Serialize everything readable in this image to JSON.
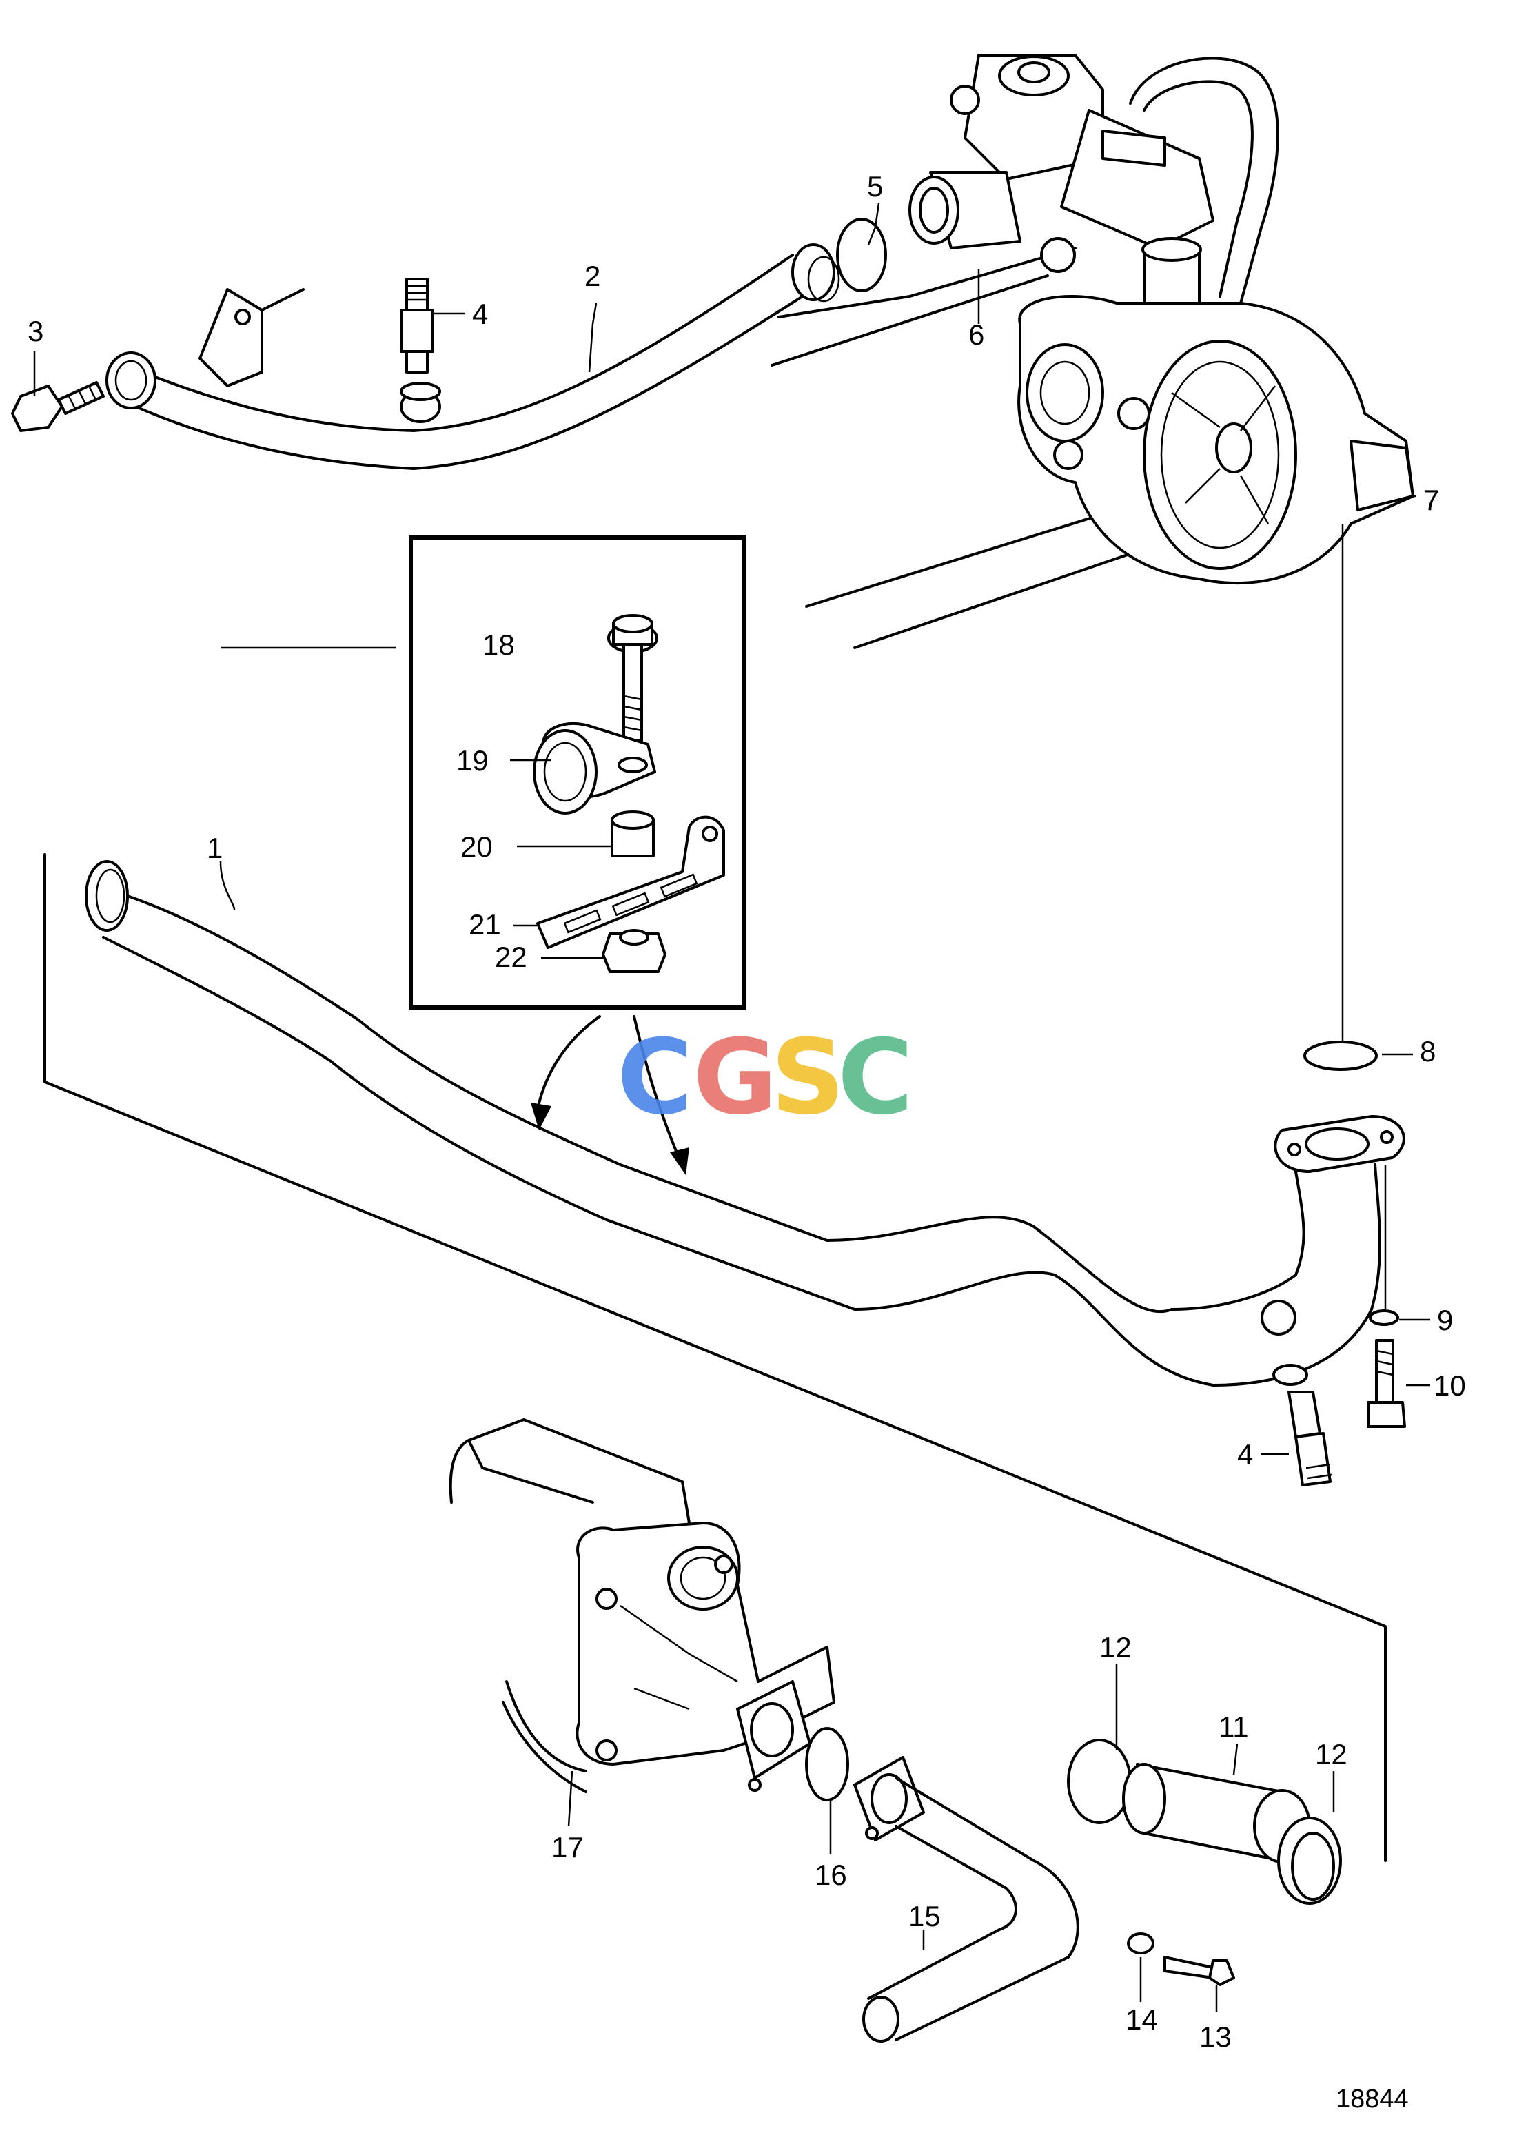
{
  "diagram": {
    "callouts": [
      "1",
      "2",
      "3",
      "4",
      "5",
      "6",
      "7",
      "8",
      "9",
      "10",
      "11",
      "12",
      "13",
      "14",
      "15",
      "16",
      "17",
      "18",
      "19",
      "20",
      "21",
      "22"
    ],
    "figure_number": "18844",
    "watermark": {
      "letters": [
        "C",
        "G",
        "S",
        "C"
      ],
      "colors": [
        "#4a86e8",
        "#e8716b",
        "#f2c12e",
        "#57bb8a"
      ]
    }
  }
}
